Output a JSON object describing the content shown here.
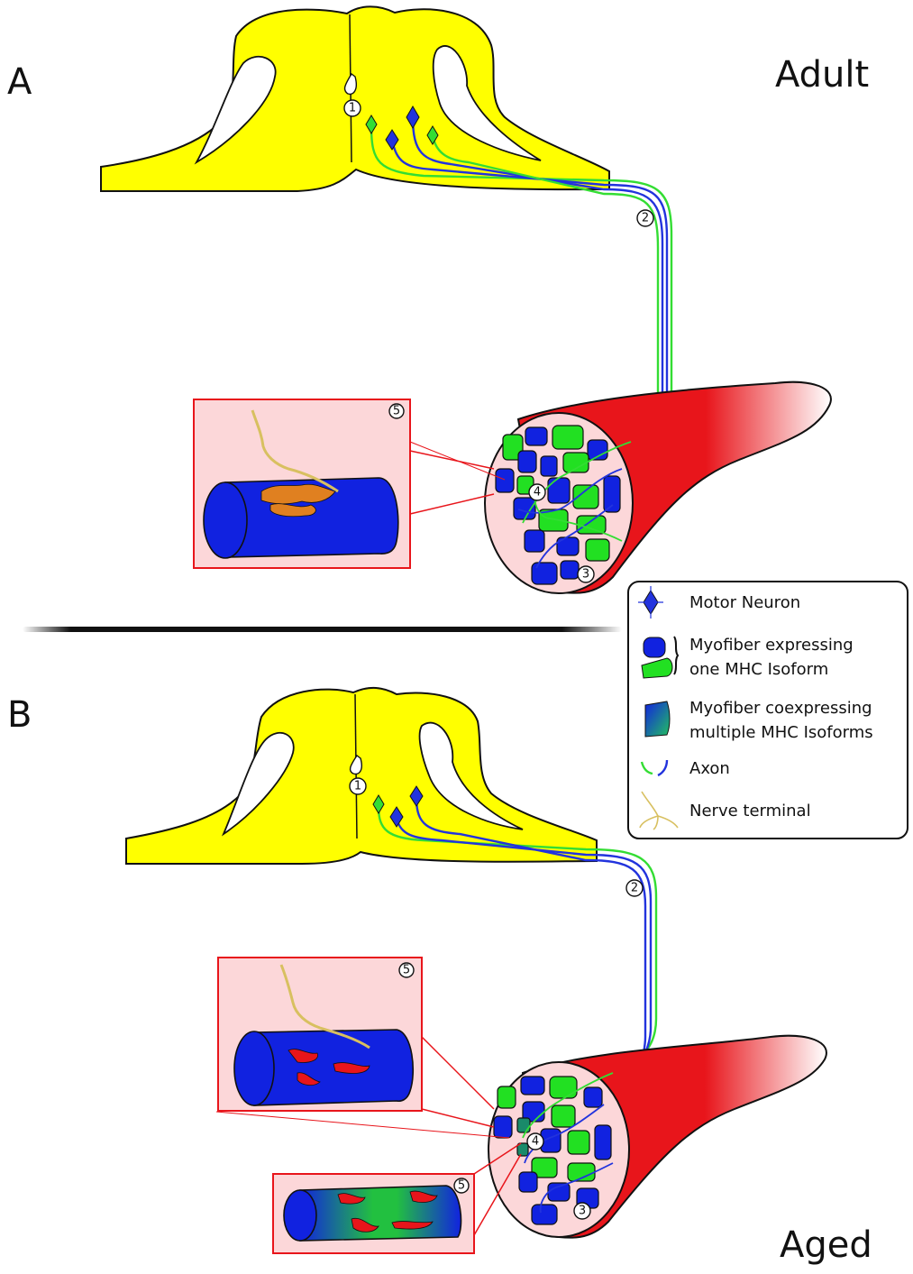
{
  "panels": {
    "a": {
      "letter": "A",
      "condition": "Adult"
    },
    "b": {
      "letter": "B",
      "condition": "Aged"
    }
  },
  "markers": {
    "m1": "1",
    "m2": "2",
    "m3": "3",
    "m4": "4",
    "m5": "5"
  },
  "legend": {
    "motor_neuron": "Motor Neuron",
    "myofiber_one_line1": "Myofiber expressing",
    "myofiber_one_line2": "one MHC Isoform",
    "myofiber_multi_line1": "Myofiber coexpressing",
    "myofiber_multi_line2": "multiple MHC Isoforms",
    "axon": "Axon",
    "nerve_terminal": "Nerve terminal"
  },
  "colors": {
    "spinal_cord": "#ffff00",
    "muscle": "#e8151b",
    "slow_fiber": "#1122e0",
    "fast_fiber": "#22e022",
    "axon_green": "#33dd33",
    "axon_blue": "#2233dd",
    "inset_bg": "#fcd7d9",
    "inset_border": "#e8151b"
  }
}
